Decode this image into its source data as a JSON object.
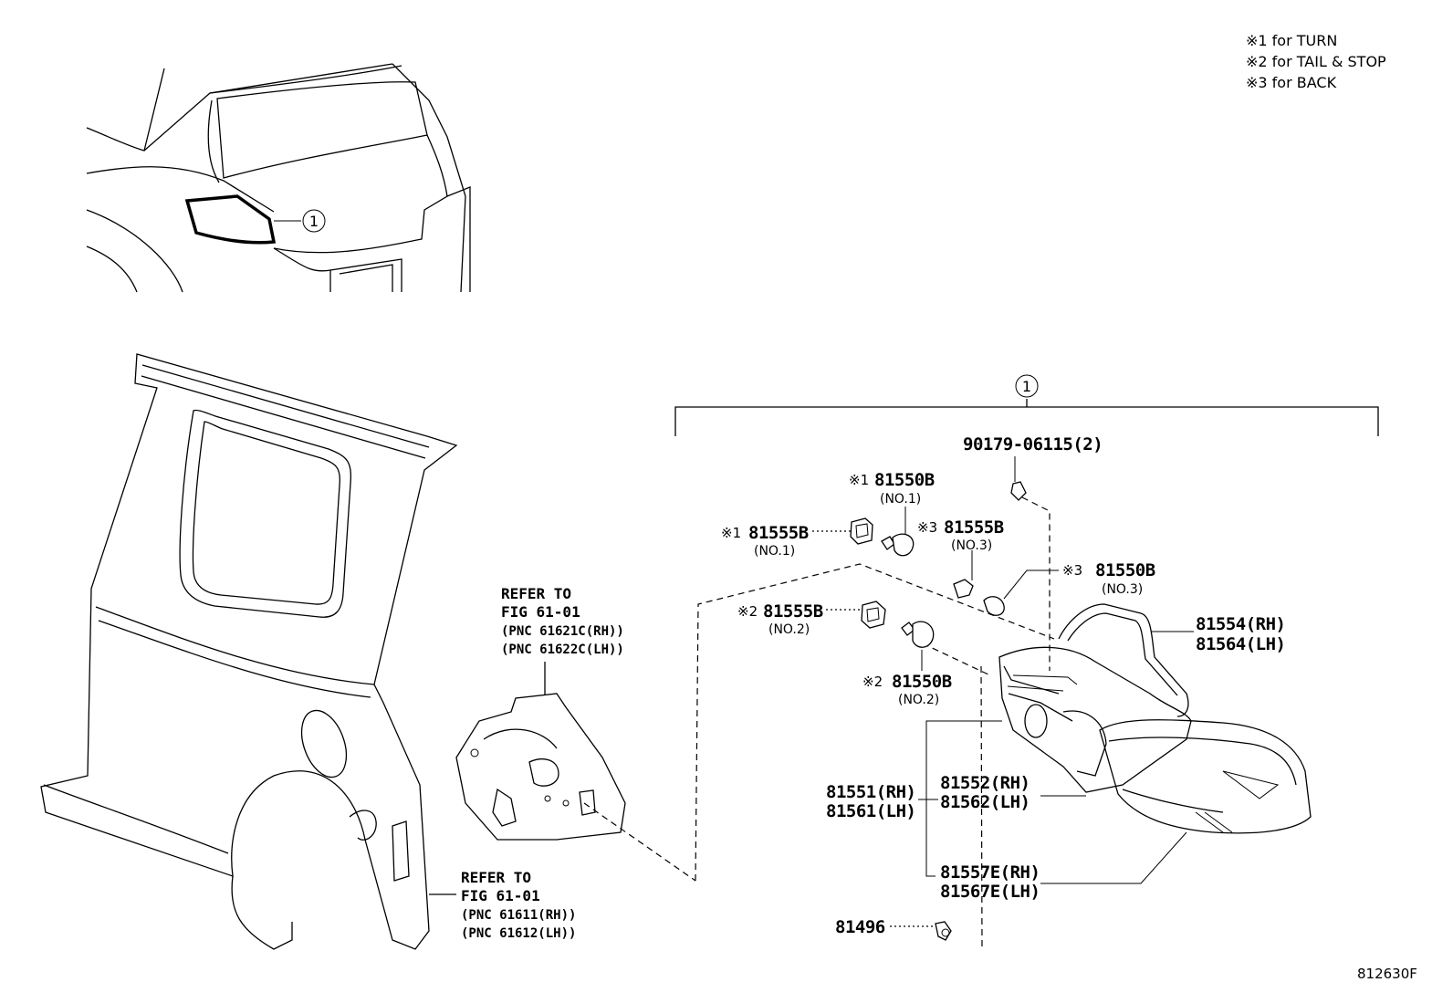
{
  "notes": {
    "n1": "※1 for TURN",
    "n2": "※2 for TAIL & STOP",
    "n3": "※3 for BACK"
  },
  "callout": "1",
  "figure_number": "812630F",
  "parts": {
    "p90179": "90179-06115(2)",
    "bulb1_mark": "※1",
    "bulb1_num": "81550B",
    "bulb1_sub": "(NO.1)",
    "socket1_mark": "※1",
    "socket1_num": "81555B",
    "socket1_sub": "(NO.1)",
    "socket3_mark": "※3",
    "socket3_num": "81555B",
    "socket3_sub": "(NO.3)",
    "bulb3_mark": "※3",
    "bulb3_num": "81550B",
    "bulb3_sub": "(NO.3)",
    "socket2_mark": "※2",
    "socket2_num": "81555B",
    "socket2_sub": "(NO.2)",
    "bulb2_mark": "※2",
    "bulb2_num": "81550B",
    "bulb2_sub": "(NO.2)",
    "p81554": "81554(RH)",
    "p81564": "81564(LH)",
    "p81551": "81551(RH)",
    "p81561": "81561(LH)",
    "p81552": "81552(RH)",
    "p81562": "81562(LH)",
    "p81557": "81557E(RH)",
    "p81567": "81567E(LH)",
    "p81496": "81496"
  },
  "refs": {
    "upper": {
      "line1": "REFER TO",
      "line2": "FIG 61-01",
      "line3": "(PNC 61621C(RH))",
      "line4": "(PNC 61622C(LH))"
    },
    "lower": {
      "line1": "REFER TO",
      "line2": "FIG 61-01",
      "line3": "(PNC 61611(RH))",
      "line4": "(PNC 61612(LH))"
    }
  }
}
